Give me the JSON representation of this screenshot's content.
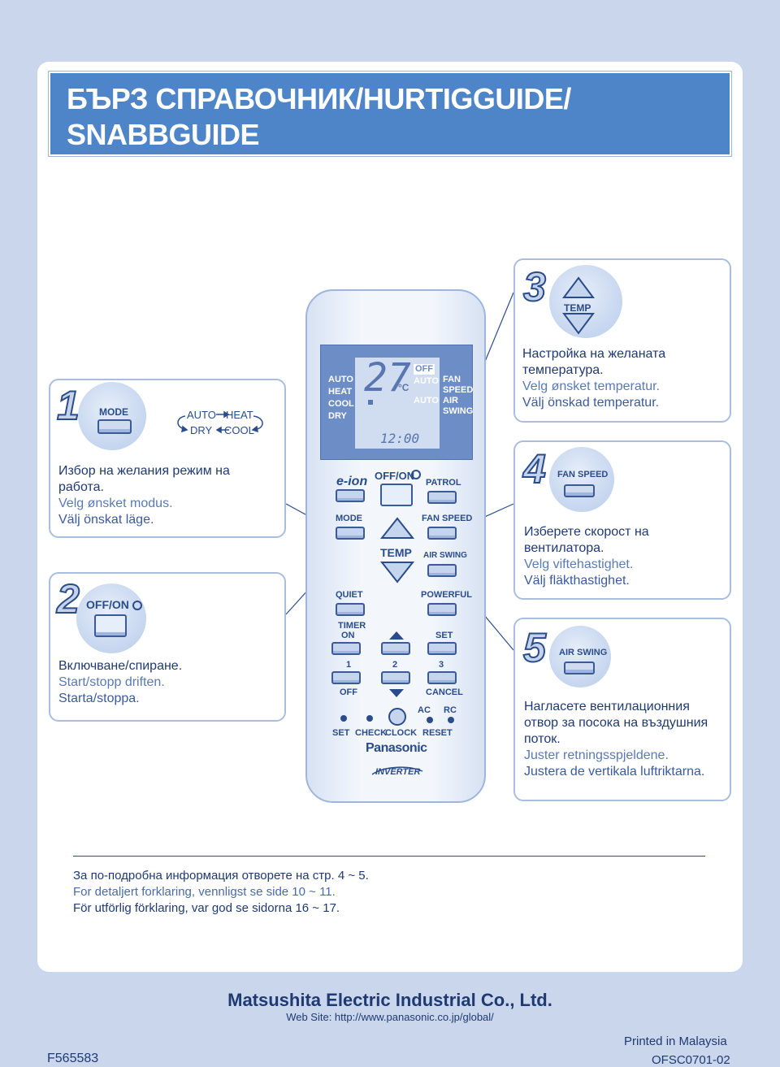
{
  "title": {
    "line1": "БЪРЗ СПРАВОЧНИК/HURTIGGUIDE/",
    "line2": "SNABBGUIDE"
  },
  "step1": {
    "number": "1",
    "button_label": "MODE",
    "modes": {
      "auto": "AUTO",
      "heat": "HEAT",
      "dry": "DRY",
      "cool": "COOL"
    },
    "text_bg": "Избор на желания режим на работа.",
    "text_no": "Velg ønsket modus.",
    "text_sv": "Välj önskat läge."
  },
  "step2": {
    "number": "2",
    "button_label": "OFF/ON",
    "text_bg": "Включване/спиране.",
    "text_no": "Start/stopp driften.",
    "text_sv": "Starta/stoppa."
  },
  "step3": {
    "number": "3",
    "button_label": "TEMP",
    "text_bg": "Настройка на желаната температура.",
    "text_no": "Velg ønsket temperatur.",
    "text_sv": "Välj önskad temperatur."
  },
  "step4": {
    "number": "4",
    "button_label": "FAN SPEED",
    "text_bg": "Изберете скорост на вентилатора.",
    "text_no": "Velg viftehastighet.",
    "text_sv": "Välj fläkthastighet."
  },
  "step5": {
    "number": "5",
    "button_label": "AIR SWING",
    "text_bg": "Нагласете вентилационния отвор за посока на въздушния поток.",
    "text_no": "Juster retningsspjeldene.",
    "text_sv": "Justera de vertikala luftriktarna."
  },
  "remote": {
    "screen": {
      "modes": [
        "AUTO",
        "HEAT",
        "COOL",
        "DRY"
      ],
      "temperature": "27",
      "unit": "°C",
      "clock": "12:00",
      "fan_off": "OFF",
      "fan_auto_1": "AUTO",
      "fan_auto_2": "AUTO",
      "fan_speed_1": "FAN",
      "fan_speed_2": "SPEED",
      "air_swing_1": "AIR",
      "air_swing_2": "SWING"
    },
    "eion": "e-ion",
    "off_on": "OFF/ON",
    "patrol": "PATROL",
    "mode": "MODE",
    "fan_speed": "FAN SPEED",
    "temp": "TEMP",
    "air_swing": "AIR SWING",
    "quiet": "QUIET",
    "powerful": "POWERFUL",
    "timer_on": "TIMER",
    "on": "ON",
    "set": "SET",
    "n1": "1",
    "n2": "2",
    "n3": "3",
    "off": "OFF",
    "cancel": "CANCEL",
    "ac": "AC",
    "rc": "RC",
    "set2": "SET",
    "check": "CHECK",
    "clock": "CLOCK",
    "reset": "RESET",
    "brand": "Panasonic",
    "inverter": "INVERTER"
  },
  "more_info": {
    "bg": "За по-подробна информация отворете на стр. 4 ~ 5.",
    "no": "For detaljert forklaring, vennligst se side 10 ~ 11.",
    "sv": "För utförlig förklaring, var god se sidorna 16 ~ 17."
  },
  "footer": {
    "company": "Matsushita Electric Industrial Co., Ltd.",
    "website": "Web Site: http://www.panasonic.co.jp/global/",
    "printed": "Printed in Malaysia",
    "code_left": "F565583",
    "code_right": "OFSC0701-02"
  }
}
